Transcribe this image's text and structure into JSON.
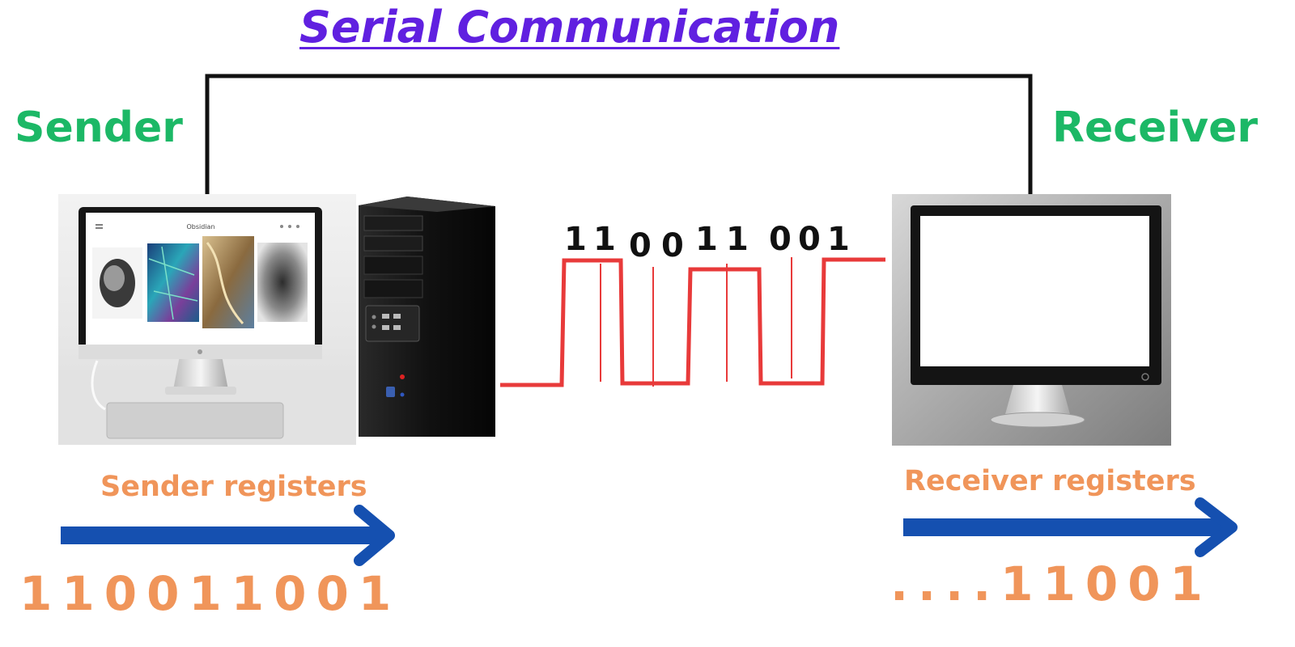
{
  "title": "Serial Communication",
  "sender": {
    "label": "Sender",
    "registers_label": "Sender registers",
    "register_bits": "110011001"
  },
  "receiver": {
    "label": "Receiver",
    "registers_label": "Receiver registers",
    "register_bits": "....11001"
  },
  "signal": {
    "bits": [
      "1",
      "1",
      "0",
      "0",
      "1",
      "1",
      "0",
      "0",
      "1"
    ]
  },
  "sender_screen": {
    "site_title": "Obsidian"
  },
  "colors": {
    "title": "#6020e0",
    "role_label": "#1cb866",
    "register_text": "#f0955a",
    "arrow": "#1550b0",
    "signal_line": "#e83a3a",
    "connection_wire": "#111111"
  },
  "icons": [
    "desktop-monitor-icon",
    "pc-tower-icon",
    "receiver-monitor-icon",
    "arrow-right-icon"
  ]
}
